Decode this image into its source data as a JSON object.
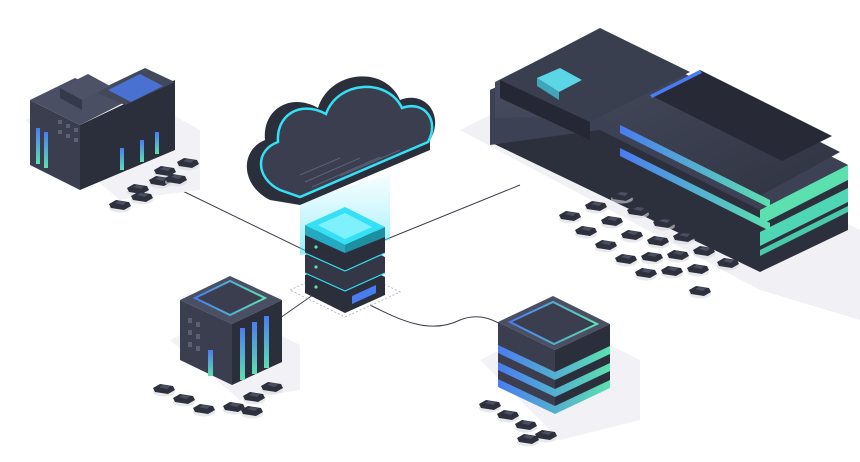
{
  "scene": {
    "nodes": [
      {
        "id": "cloud",
        "kind": "cloud"
      },
      {
        "id": "hub",
        "kind": "server-stack"
      },
      {
        "id": "factory",
        "kind": "factory-building",
        "vehicles": 7
      },
      {
        "id": "logistics-center",
        "kind": "large-warehouse",
        "vehicles": 20
      },
      {
        "id": "office",
        "kind": "office-tower",
        "vehicles": 7
      },
      {
        "id": "depot",
        "kind": "striped-depot",
        "vehicles": 5
      }
    ],
    "links": [
      {
        "from": "hub",
        "to": "factory"
      },
      {
        "from": "hub",
        "to": "logistics-center"
      },
      {
        "from": "hub",
        "to": "office"
      },
      {
        "from": "hub",
        "to": "depot"
      },
      {
        "from": "hub",
        "to": "cloud"
      }
    ]
  },
  "colors": {
    "body_dark": "#2b2e3b",
    "body_mid": "#3a3e4f",
    "body_light": "#4a4f63",
    "accent_cyan": "#35e0f5",
    "accent_blue": "#4a7cf0",
    "accent_green": "#5de0b0",
    "line": "#3b3f4c",
    "shadow": "#eeeef2",
    "vehicle": "#2e313d"
  },
  "icons": [
    "cloud-icon",
    "server-icon",
    "factory-icon",
    "warehouse-icon",
    "office-icon",
    "depot-icon",
    "car-icon"
  ]
}
